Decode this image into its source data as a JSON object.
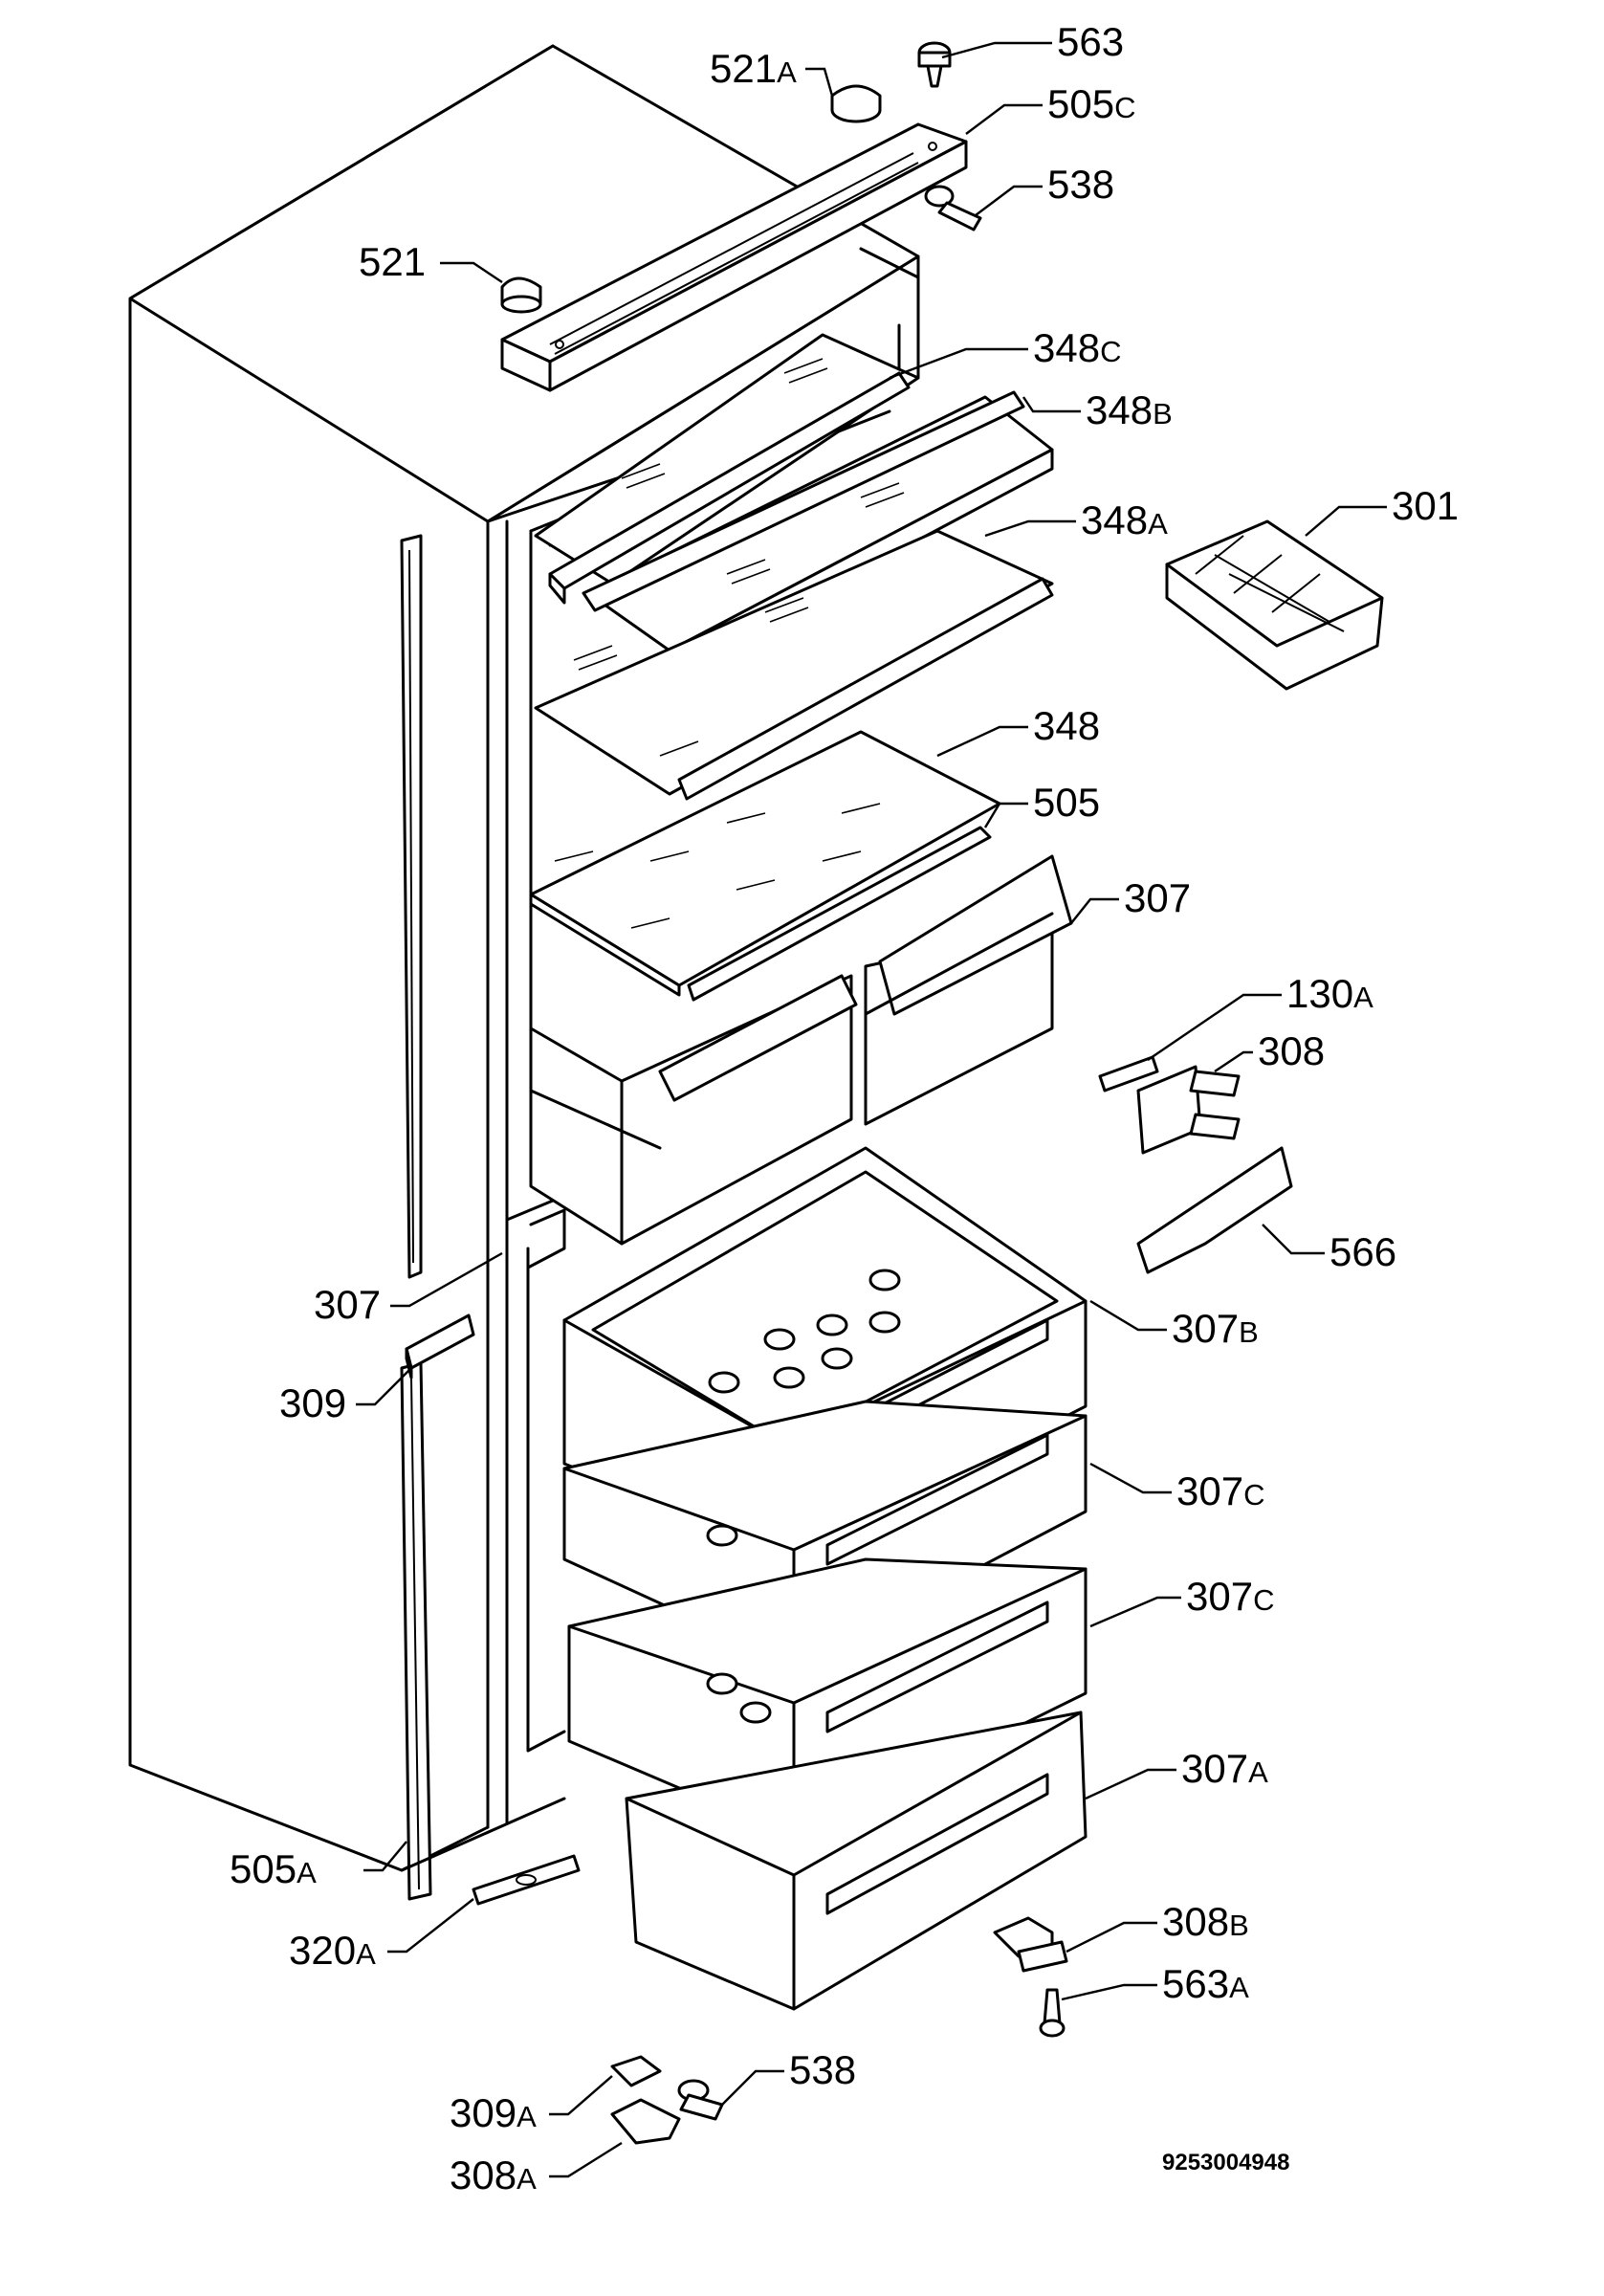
{
  "diagram": {
    "document_number": "9253004948",
    "labels": [
      {
        "id": "563-top",
        "num": "563",
        "sfx": ""
      },
      {
        "id": "521a",
        "num": "521",
        "sfx": "A"
      },
      {
        "id": "505c",
        "num": "505",
        "sfx": "C"
      },
      {
        "id": "538-top",
        "num": "538",
        "sfx": ""
      },
      {
        "id": "521",
        "num": "521",
        "sfx": ""
      },
      {
        "id": "348c",
        "num": "348",
        "sfx": "C"
      },
      {
        "id": "348b",
        "num": "348",
        "sfx": "B"
      },
      {
        "id": "348a",
        "num": "348",
        "sfx": "A"
      },
      {
        "id": "301",
        "num": "301",
        "sfx": ""
      },
      {
        "id": "348",
        "num": "348",
        "sfx": ""
      },
      {
        "id": "505",
        "num": "505",
        "sfx": ""
      },
      {
        "id": "307-right",
        "num": "307",
        "sfx": ""
      },
      {
        "id": "130a",
        "num": "130",
        "sfx": "A"
      },
      {
        "id": "308",
        "num": "308",
        "sfx": ""
      },
      {
        "id": "566",
        "num": "566",
        "sfx": ""
      },
      {
        "id": "307-left",
        "num": "307",
        "sfx": ""
      },
      {
        "id": "307b",
        "num": "307",
        "sfx": "B"
      },
      {
        "id": "309",
        "num": "309",
        "sfx": ""
      },
      {
        "id": "307c-upper",
        "num": "307",
        "sfx": "C"
      },
      {
        "id": "307c-lower",
        "num": "307",
        "sfx": "C"
      },
      {
        "id": "307a",
        "num": "307",
        "sfx": "A"
      },
      {
        "id": "505a",
        "num": "505",
        "sfx": "A"
      },
      {
        "id": "320a",
        "num": "320",
        "sfx": "A"
      },
      {
        "id": "308b",
        "num": "308",
        "sfx": "B"
      },
      {
        "id": "563a",
        "num": "563",
        "sfx": "A"
      },
      {
        "id": "538-bottom",
        "num": "538",
        "sfx": ""
      },
      {
        "id": "309a",
        "num": "309",
        "sfx": "A"
      },
      {
        "id": "308a",
        "num": "308",
        "sfx": "A"
      }
    ]
  }
}
